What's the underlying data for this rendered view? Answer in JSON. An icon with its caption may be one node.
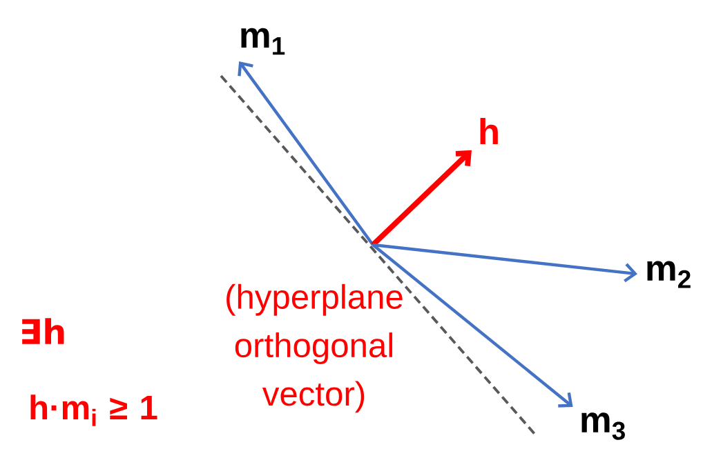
{
  "diagram": {
    "nodes": [
      {
        "text": [
          "m$_{1}$"
        ]
      },
      {
        "text": [
          "h"
        ]
      },
      {
        "text": [
          "m$_{2}$"
        ]
      },
      {
        "text": [
          "m$_{3}$"
        ]
      }
    ],
    "edges": [
      {
        "from": null,
        "to": 0,
        "arrow": "to"
      },
      {
        "from": null,
        "to": 1,
        "arrow": "to",
        "style": "thick",
        "color": "#ff0000"
      },
      {
        "from": null,
        "to": 2,
        "arrow": "to"
      },
      {
        "from": null,
        "to": 3,
        "arrow": "to"
      }
    ],
    "labels": [
      "∃h",
      "(hyperplane orthogonal vector)",
      "h·m$_{i}$ ≥ 1"
    ]
  }
}
